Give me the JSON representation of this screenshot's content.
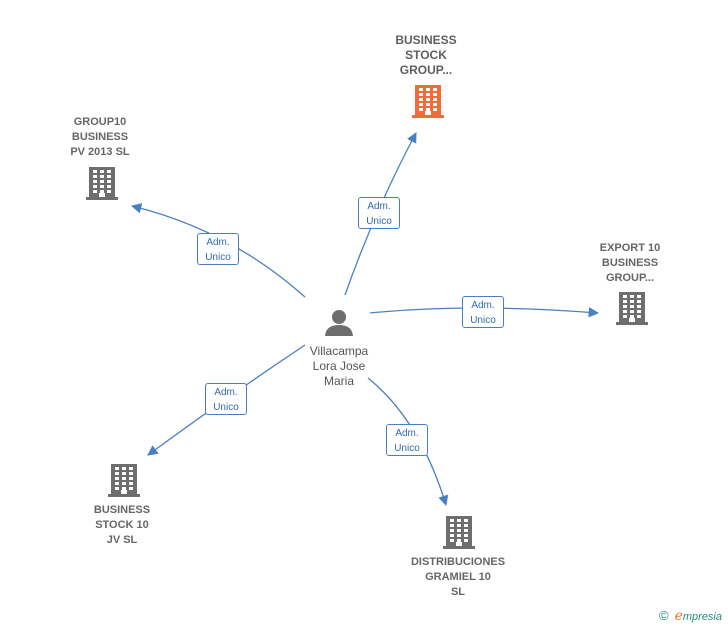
{
  "center": {
    "name": "Villacampa\nLora Jose\nMaria"
  },
  "companies": [
    {
      "id": "bsg",
      "name": "BUSINESS\nSTOCK\nGROUP...",
      "color": "#f26b3a"
    },
    {
      "id": "g10",
      "name": "GROUP10\nBUSINESS\nPV 2013  SL",
      "color": "#6e6e6e"
    },
    {
      "id": "exp",
      "name": "EXPORT 10\nBUSINESS\nGROUP...",
      "color": "#6e6e6e"
    },
    {
      "id": "bs10",
      "name": "BUSINESS\nSTOCK 10\nJV  SL",
      "color": "#6e6e6e"
    },
    {
      "id": "dist",
      "name": "DISTRIBUCIONES\nGRAMIEL 10\nSL",
      "color": "#6e6e6e"
    }
  ],
  "edges": [
    {
      "to": "bsg",
      "line1": "Adm.",
      "line2": "Unico"
    },
    {
      "to": "g10",
      "line1": "Adm.",
      "line2": "Unico"
    },
    {
      "to": "exp",
      "line1": "Adm.",
      "line2": "Unico"
    },
    {
      "to": "bs10",
      "line1": "Adm.",
      "line2": "Unico"
    },
    {
      "to": "dist",
      "line1": "Adm.",
      "line2": "Unico"
    }
  ],
  "colors": {
    "edge": "#4a7fc1",
    "person": "#6e6e6e"
  },
  "footer": {
    "copyright": "©",
    "brand_initial": "e",
    "brand_rest": "mpresia"
  }
}
